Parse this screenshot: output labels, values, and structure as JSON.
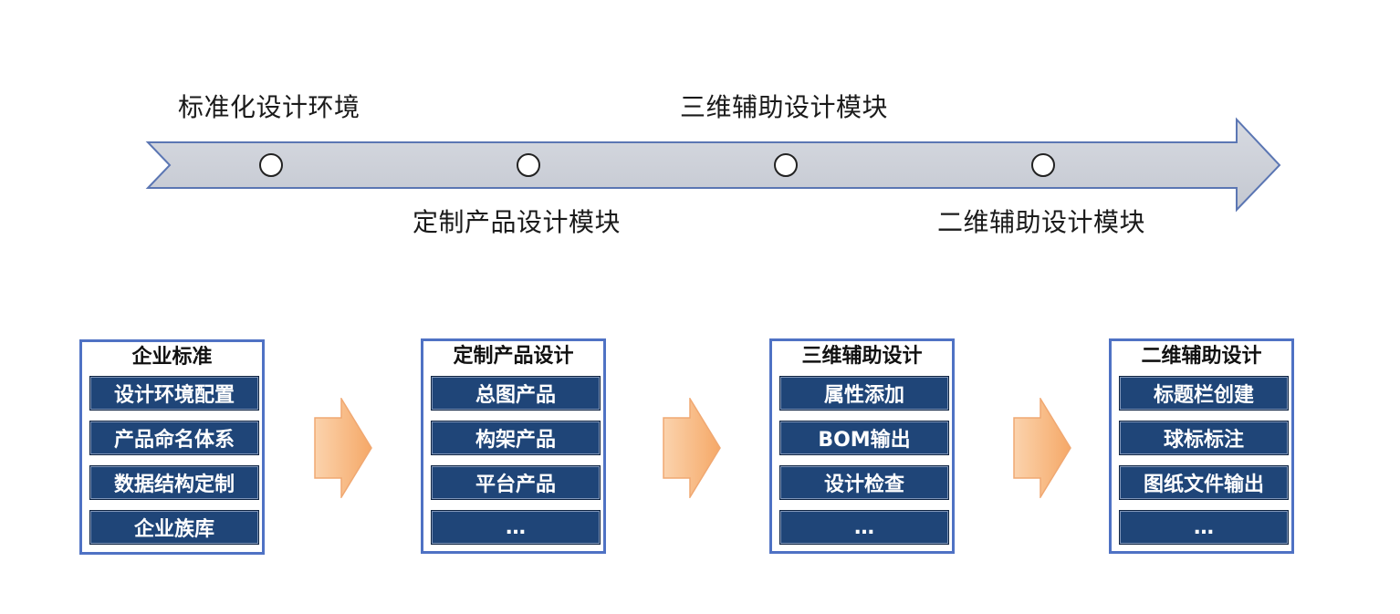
{
  "timeline": {
    "stages": [
      {
        "label": "标准化设计环境",
        "position": "above"
      },
      {
        "label": "定制产品设计模块",
        "position": "below"
      },
      {
        "label": "三维辅助设计模块",
        "position": "above"
      },
      {
        "label": "二维辅助设计模块",
        "position": "below"
      }
    ]
  },
  "panels": [
    {
      "title": "企业标准",
      "items": [
        "设计环境配置",
        "产品命名体系",
        "数据结构定制",
        "企业族库"
      ]
    },
    {
      "title": "定制产品设计",
      "items": [
        "总图产品",
        "构架产品",
        "平台产品",
        "…"
      ]
    },
    {
      "title": "三维辅助设计",
      "items": [
        "属性添加",
        "BOM输出",
        "设计检查",
        "…"
      ]
    },
    {
      "title": "二维辅助设计",
      "items": [
        "标题栏创建",
        "球标标注",
        "图纸文件输出",
        "…"
      ]
    }
  ],
  "colors": {
    "timeline_fill": "#cdd1d9",
    "timeline_stroke": "#5b76b3",
    "panel_border": "#4f72c4",
    "item_fill": "#1f4578",
    "item_text": "#ffffff",
    "arrow_fill": "#f7b983"
  },
  "icons": {
    "flow_arrow": "right-block-arrow-icon",
    "milestone": "circle-marker-icon"
  }
}
